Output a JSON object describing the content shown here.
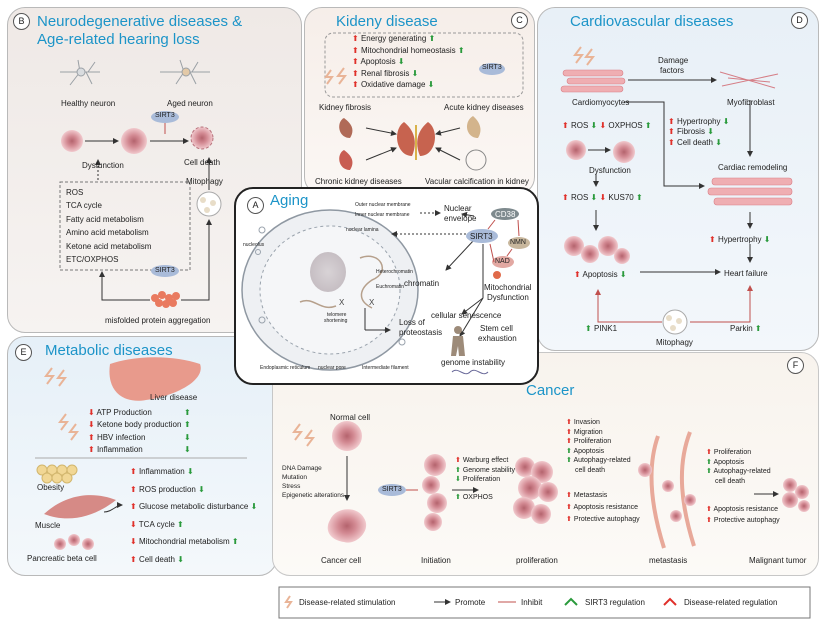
{
  "panels": {
    "b": {
      "letter": "B",
      "title1": "Neurodegenerative diseases &",
      "title2": "Age-related hearing loss",
      "healthy_neuron": "Healthy neuron",
      "aged_neuron": "Aged neuron",
      "sirt3": "SIRT3",
      "dysfunction": "Dysfunction",
      "cell_death": "Cell death",
      "mitophagy": "Mitophagy",
      "factors": [
        "ROS",
        "TCA cycle",
        "Fatty acid metabolism",
        "Amino acid metabolism",
        "Ketone acid metabolism",
        "ETC/OXPHOS"
      ],
      "misfolded": "misfolded protein aggregation"
    },
    "c": {
      "letter": "C",
      "title": "Kideny disease",
      "effects": [
        "Energy generating",
        "Mitochondrial homeostasis",
        "Apoptosis",
        "Renal fibrosis",
        "Oxidative damage"
      ],
      "sirt3": "SIRT3",
      "kidney_fibrosis": "Kidney fibrosis",
      "acute": "Acute kidney diseases",
      "chronic": "Chronic kidney diseases",
      "vascular": "Vacular calcification in kidney"
    },
    "d": {
      "letter": "D",
      "title": "Cardiovascular diseases",
      "damage1": "Damage",
      "damage2": "factors",
      "cardiomyocytes": "Cardiomyocytes",
      "myofibroblast": "Myofibroblast",
      "ros": "ROS",
      "oxphos": "OXPHOS",
      "hypertrophy": "Hypertrophy",
      "fibrosis": "Fibrosis",
      "cell_death": "Cell death",
      "dysfunction": "Dysfunction",
      "remodeling": "Cardiac remodeling",
      "kus70": "KUS70",
      "apoptosis": "Apoptosis",
      "heart_failure": "Heart failure",
      "pink1": "PINK1",
      "mitophagy": "Mitophagy",
      "parkin": "Parkin"
    },
    "a": {
      "letter": "A",
      "title": "Aging",
      "outer_membrane": "Outer nuclear membrane",
      "inner_membrane": "Inner nuclear membrane",
      "nuclear_lamina": "nuclear lamina",
      "nuclear_envelope1": "Nuclear",
      "nuclear_envelope2": "envelope",
      "nucleolus": "nucleolus",
      "heterochromatin": "Heterochromatin",
      "euchromatin": "Euchromatin",
      "chromatin": "chromatin",
      "telomere1": "telomere",
      "telomere2": "shortening",
      "er": "Endoplasmic reticulum",
      "pore": "nuclear pore",
      "filament": "Intermediate filament",
      "proteostasis1": "Loss of",
      "proteostasis2": "proteostasis",
      "senescence": "cellular senescence",
      "genome": "genome instability",
      "stem1": "Stem cell",
      "stem2": "exhaustion",
      "mito1": "Mitochondrial",
      "mito2": "Dysfunction",
      "cd38": "CD38",
      "sirt3": "SIRT3",
      "nmn": "NMN",
      "nad": "NAD"
    },
    "e": {
      "letter": "E",
      "title": "Metabolic diseases",
      "liver": "Liver disease",
      "liver_items": [
        "ATP Production",
        "Ketone body production",
        "HBV infection",
        "Inflammation"
      ],
      "obesity": "Obesity",
      "muscle": "Muscle",
      "beta": "Pancreatic beta cell",
      "met_items": [
        "Inflammation",
        "ROS production",
        "Glucose metabolic disturbance",
        "TCA cycle",
        "Mitochondrial metabolism",
        "Cell death"
      ]
    },
    "f": {
      "letter": "F",
      "title": "Cancer",
      "normal": "Normal cell",
      "causes": [
        "DNA Damage",
        "Mutation",
        "Stress",
        "Epigenetic alterations"
      ],
      "cancer_cell": "Cancer cell",
      "sirt3": "SIRT3",
      "initiation": "Initiation",
      "init_effects": [
        "Warburg effect",
        "Genome stability",
        "Proliferation"
      ],
      "oxphos": "OXPHOS",
      "prolif_effects": [
        "Invasion",
        "Migration",
        "Proliferation",
        "Apoptosis",
        "Autophagy-related",
        "cell death"
      ],
      "meta_effects": [
        "Metastasis",
        "Apoptosis resistance",
        "Protective autophagy"
      ],
      "tumor_effects": [
        "Proliferation",
        "Apoptosis",
        "Autophagy-related",
        "cell death"
      ],
      "tumor_effects2": [
        "Apoptosis resistance",
        "Protective autophagy"
      ],
      "proliferation": "proliferation",
      "metastasis": "metastasis",
      "malignant": "Malignant tumor"
    }
  },
  "legend": {
    "stimulation": "Disease-related stimulation",
    "promote": "Promote",
    "inhibit": "Inhibit",
    "sirt3_reg": "SIRT3 regulation",
    "disease_reg": "Disease-related regulation"
  },
  "colors": {
    "title": "#1c94c8",
    "up_red": "#e0302a",
    "up_green": "#2a9a3c",
    "cell": "#d98f97",
    "sirt3": "#a9bbd9"
  }
}
